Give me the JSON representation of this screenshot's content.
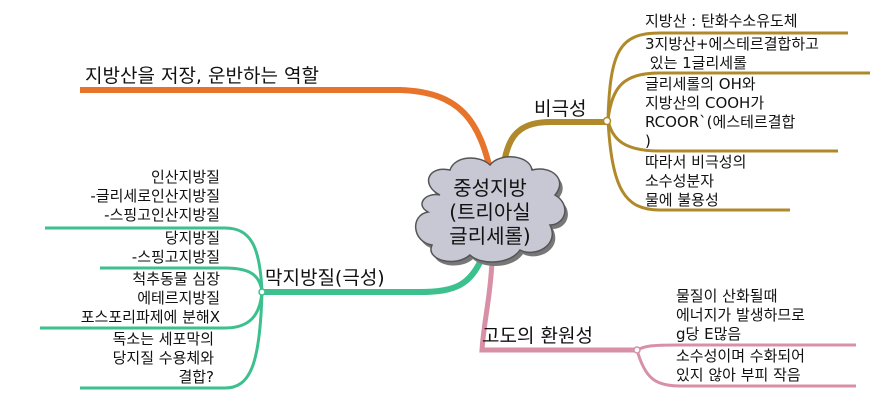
{
  "center": {
    "lines": [
      "중성지방",
      "(트리아실",
      "글리세롤)"
    ]
  },
  "colors": {
    "orange": "#e8732a",
    "gold": "#b08a2a",
    "green": "#3cc08e",
    "pink": "#d890a6",
    "cloud": "#c8c8d4"
  },
  "branches": {
    "role": {
      "label": "지방산을 저장, 운반하는 역할"
    },
    "nonpolar": {
      "label": "비극성",
      "children": [
        "지방산 : 탄화수소유도체",
        "3지방산+에스테르결합하고\n 있는 1글리세롤",
        "글리세롤의 OH와\n지방산의 COOH가\nRCOOR`(에스테르결합\n)",
        "따라서 비극성의\n소수성분자\n물에 불용성"
      ]
    },
    "membrane": {
      "label": "막지방질(극성)",
      "children": [
        "인산지방질\n-글리세로인산지방질\n-스핑고인산지방질",
        "당지방질\n-스핑고지방질",
        "척추동물 심장\n에테르지방질\n포스포리파제에 분해X",
        "독소는 세포막의\n당지질 수용체와\n결합?"
      ]
    },
    "reducing": {
      "label": "고도의 환원성",
      "children": [
        "물질이 산화될때\n에너지가 발생하므로\ng당 E많음",
        "소수성이며 수화되어\n있지 않아 부피 작음"
      ]
    }
  }
}
